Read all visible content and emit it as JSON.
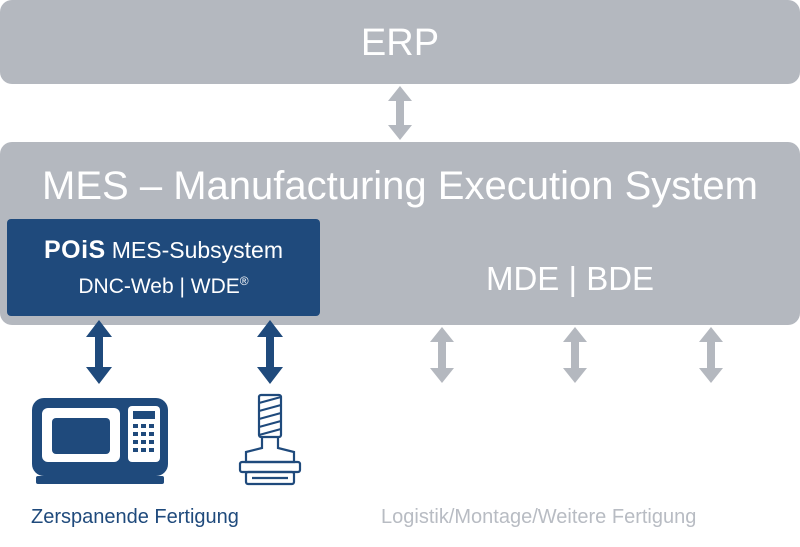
{
  "erp": {
    "label": "ERP"
  },
  "mes": {
    "title": "MES – Manufacturing Execution System",
    "subsystem": {
      "logo": "POiS",
      "name": "MES-Subsystem",
      "line2": "DNC-Web | WDE",
      "line2_mark": "®"
    },
    "right_label": "MDE | BDE"
  },
  "captions": {
    "left": "Zerspanende Fertigung",
    "right": "Logistik/Montage/Weitere Fertigung"
  },
  "colors": {
    "gray": "#b4b8bf",
    "navy": "#1f4a7c",
    "light_gray_text": "#b8bcc3"
  },
  "icons": [
    "cnc-machine-icon",
    "milling-tool-icon"
  ]
}
